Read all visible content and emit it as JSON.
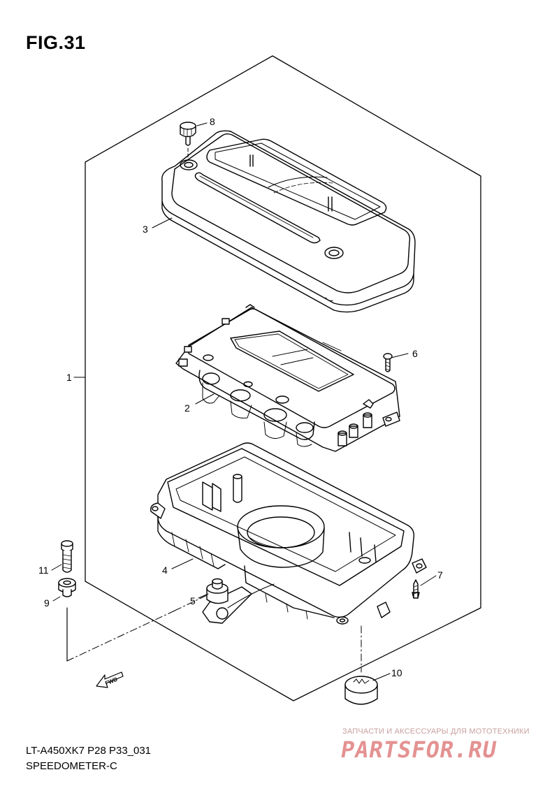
{
  "figure": {
    "title": "FIG.31"
  },
  "model_code": "LT-A450XK7 P28 P33_031",
  "section_name": "SPEEDOMETER-C",
  "fwd_label": "FWD",
  "callouts": [
    {
      "number": "1"
    },
    {
      "number": "2"
    },
    {
      "number": "3"
    },
    {
      "number": "4"
    },
    {
      "number": "5"
    },
    {
      "number": "6"
    },
    {
      "number": "7"
    },
    {
      "number": "8"
    },
    {
      "number": "9"
    },
    {
      "number": "10"
    },
    {
      "number": "11"
    }
  ],
  "watermark": {
    "tagline": "ЗАПЧАСТИ И АКСЕССУАРЫ ДЛЯ МОТОТЕХНИКИ",
    "logo": "PARTSFOR.RU"
  }
}
